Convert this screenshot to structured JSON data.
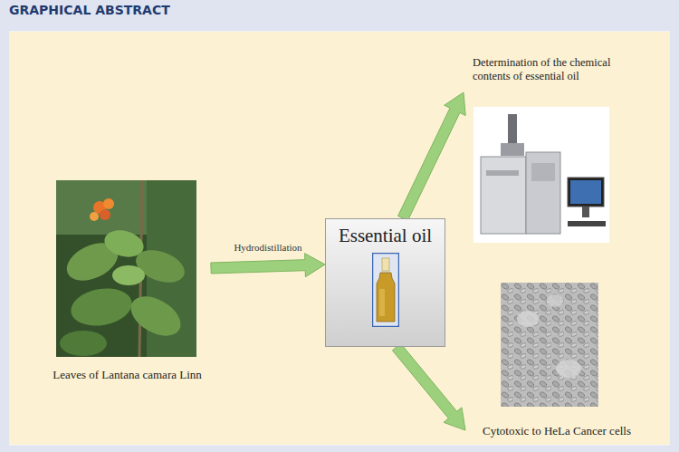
{
  "diagram": {
    "title": "GRAPHICAL ABSTRACT",
    "nodes": [
      {
        "text": [
          "Leaves of Lantana camara Linn"
        ]
      },
      {
        "text": [
          "Essential oil"
        ]
      },
      {
        "text": [
          "Determination of the chemical contents of essential oil"
        ]
      },
      {
        "text": [
          "Cytotoxic to HeLa Cancer cells"
        ]
      }
    ],
    "edges": [
      {
        "from": 0,
        "to": 1,
        "arrow": "to",
        "label": "Hydrodistillation"
      },
      {
        "from": 1,
        "to": 2,
        "arrow": "to"
      },
      {
        "from": 1,
        "to": 3,
        "arrow": "to"
      }
    ]
  }
}
